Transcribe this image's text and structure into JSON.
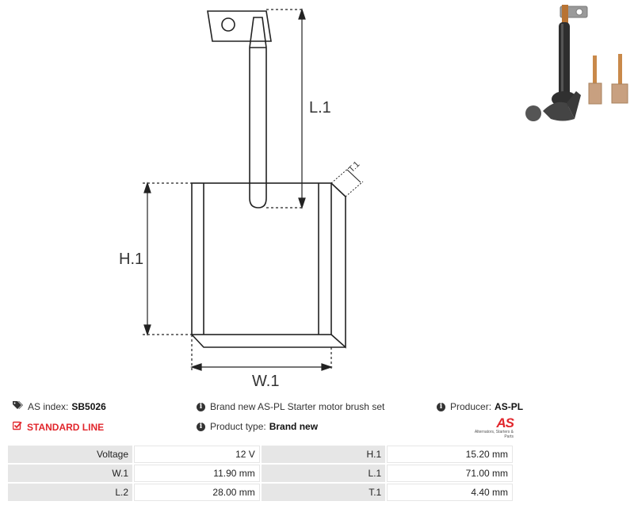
{
  "drawing_labels": {
    "l1": "L.1",
    "h1": "H.1",
    "w1": "W.1",
    "t1": "T.1"
  },
  "info": {
    "as_index_label": "AS index:",
    "as_index_value": "SB5026",
    "line": "STANDARD LINE",
    "description": "Brand new AS-PL Starter motor brush set",
    "product_type_label": "Product type:",
    "product_type_value": "Brand new",
    "producer_label": "Producer:",
    "producer_value": "AS-PL"
  },
  "logo": {
    "mark": "AS",
    "tagline": "Alternators, Starters & Parts"
  },
  "specs": [
    [
      {
        "label": "Voltage",
        "value": "12 V"
      },
      {
        "label": "H.1",
        "value": "15.20 mm"
      }
    ],
    [
      {
        "label": "W.1",
        "value": "11.90 mm"
      },
      {
        "label": "L.1",
        "value": "71.00 mm"
      }
    ],
    [
      {
        "label": "L.2",
        "value": "28.00 mm"
      },
      {
        "label": "T.1",
        "value": "4.40 mm"
      }
    ]
  ],
  "colors": {
    "accent": "#e1262c",
    "label_bg": "#e6e6e6"
  }
}
